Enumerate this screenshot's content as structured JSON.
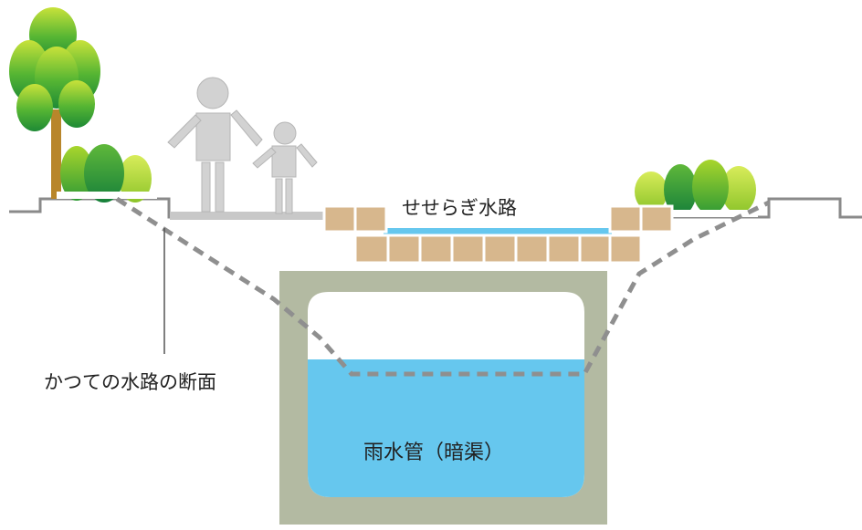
{
  "labels": {
    "seseragi_channel": "せせらぎ水路",
    "former_channel_section": "かつての水路の断面",
    "stormwater_pipe": "雨水管（暗渠）"
  },
  "colors": {
    "water": "#66c7ee",
    "culvert_concrete": "#b3baa2",
    "brick": "#d7b78d",
    "ground_line": "#8a8a8a",
    "walkway": "#c8c8c8",
    "person": "#d2d2d2",
    "former_section_dash": "#8f8f8f",
    "tree_green_dark": "#2f9e3a",
    "tree_green_light": "#9ccc2a",
    "trunk": "#b8862b"
  }
}
